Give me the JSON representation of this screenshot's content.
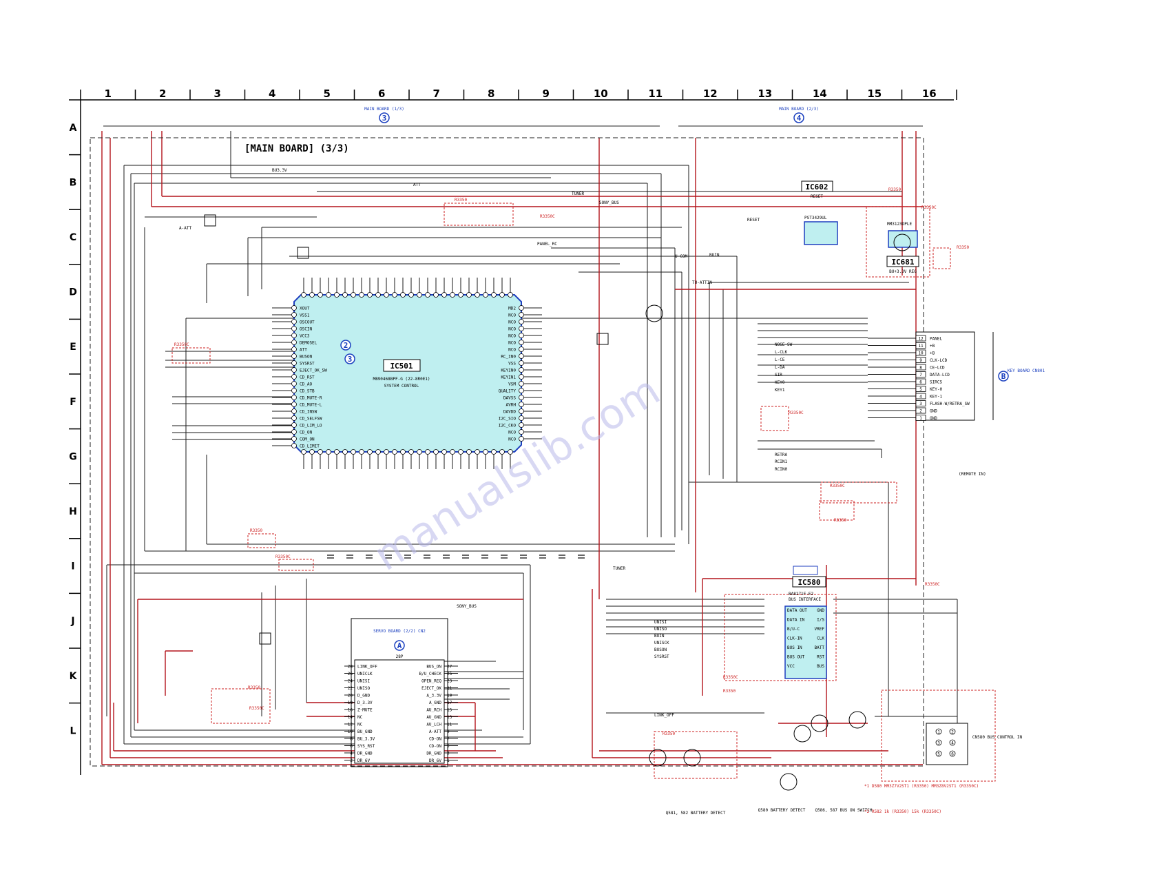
{
  "grid": {
    "columns": [
      "1",
      "2",
      "3",
      "4",
      "5",
      "6",
      "7",
      "8",
      "9",
      "10",
      "11",
      "12",
      "13",
      "14",
      "15",
      "16"
    ],
    "rows": [
      "A",
      "B",
      "C",
      "D",
      "E",
      "F",
      "G",
      "H",
      "I",
      "J",
      "K",
      "L"
    ]
  },
  "title": "[MAIN BOARD] (3/3)",
  "connectors": {
    "main3_label": "MAIN BOARD (1/3)",
    "main3_num": "3",
    "main4_label": "MAIN BOARD (2/3)",
    "main4_num": "4",
    "key_board_letter": "B",
    "key_board_label": "KEY BOARD CN801",
    "servo_label": "SERVO BOARD (2/2) CN2",
    "servo_letter": "A",
    "cn580_label": "CN580 BUS CONTROL IN",
    "remote_label": "(REMOTE IN)"
  },
  "ic501": {
    "ref": "IC501",
    "part": "MB90468BPF-G (22-8R0E1)",
    "desc": "SYSTEM CONTROL",
    "left_pins": [
      "XOUT",
      "VSS1",
      "OSCOUT",
      "OSCIN",
      "VCC3",
      "DEMOSEL",
      "ATT",
      "BUSON",
      "SYSRST",
      "EJECT_OK_SW",
      "CD_RST",
      "CD_AO",
      "CD_STB",
      "CD_MUTE-R",
      "CD_MUTE-L",
      "CD_INSW",
      "CD_SELFSW",
      "CD_LIM_LO",
      "CD_ON",
      "COM_ON",
      "CD_LIMIT"
    ],
    "right_pins": [
      "MD2",
      "NCO",
      "NCO",
      "NCO",
      "NCO",
      "NCO",
      "NCO",
      "RC_IN0",
      "VSS",
      "KEYIN0",
      "KEYIN1",
      "VSM",
      "QUALITY",
      "DAVSS",
      "AVRH",
      "DAVDD",
      "I2C_SIO",
      "I2C_CKO",
      "NCO",
      "NCO"
    ],
    "bus_signals": [
      "BU3.3V",
      "ATT",
      "TUNER",
      "SONY_BUS",
      "PANEL_RC",
      "U-COM",
      "BUIN",
      "TU-ATTIN",
      "A-ATT",
      "RESET",
      "TUNER",
      "SONY_BUS"
    ]
  },
  "ic602": {
    "ref": "IC602",
    "desc": "RESET",
    "part": "PST3429UL"
  },
  "ic681": {
    "ref": "IC681",
    "part": "MM3123OPLE",
    "desc": "BU+3.3V REG"
  },
  "ic580": {
    "ref": "IC580",
    "part": "BA8271F-E2",
    "desc": "BUS INTERFACE",
    "pins": [
      "DATA OUT",
      "DATA IN",
      "B/U-C",
      "CLK-IN",
      "BUS IN",
      "BUS OUT",
      "VCC",
      "GND",
      "I/S",
      "VREF",
      "CLK",
      "BATT",
      "RST",
      "BUS"
    ]
  },
  "key_board_pins": [
    {
      "n": "12",
      "s": "PANEL"
    },
    {
      "n": "11",
      "s": "+B"
    },
    {
      "n": "10",
      "s": "+B"
    },
    {
      "n": "9",
      "s": "CLK-LCD"
    },
    {
      "n": "8",
      "s": "CE-LCD"
    },
    {
      "n": "7",
      "s": "DATA-LCD"
    },
    {
      "n": "6",
      "s": "SIRCS"
    },
    {
      "n": "5",
      "s": "KEY-0"
    },
    {
      "n": "4",
      "s": "KEY-1"
    },
    {
      "n": "3",
      "s": "FLASH-W/RETRA_SW"
    },
    {
      "n": "2",
      "s": "GND"
    },
    {
      "n": "1",
      "s": "GND"
    }
  ],
  "servo_pins": [
    {
      "l": "28",
      "ls": "LINK_OFF",
      "rs": "BUS_ON",
      "r": "27"
    },
    {
      "l": "26",
      "ls": "UNICLK",
      "rs": "B/U_CHECK",
      "r": "25"
    },
    {
      "l": "24",
      "ls": "UNISI",
      "rs": "OPEN_REQ",
      "r": "23"
    },
    {
      "l": "22",
      "ls": "UNISO",
      "rs": "EJECT_OK",
      "r": "21"
    },
    {
      "l": "20",
      "ls": "D_GND",
      "rs": "A_3.3V",
      "r": "19"
    },
    {
      "l": "18",
      "ls": "D_3.3V",
      "rs": "A_GND",
      "r": "17"
    },
    {
      "l": "16",
      "ls": "Z-MUTE",
      "rs": "AU_RCH",
      "r": "15"
    },
    {
      "l": "14",
      "ls": "NC",
      "rs": "AU_GND",
      "r": "13"
    },
    {
      "l": "12",
      "ls": "NC",
      "rs": "AU_LCH",
      "r": "11"
    },
    {
      "l": "10",
      "ls": "BU_GND",
      "rs": "A-ATT",
      "r": "9"
    },
    {
      "l": "8",
      "ls": "BU_3.3V",
      "rs": "CD-ON",
      "r": "7"
    },
    {
      "l": "6",
      "ls": "SYS_RST",
      "rs": "CD-ON",
      "r": "5"
    },
    {
      "l": "4",
      "ls": "DR_GND",
      "rs": "DR_GND",
      "r": "3"
    },
    {
      "l": "2",
      "ls": "DR_6V",
      "rs": "DR_6V",
      "r": "1"
    }
  ],
  "servo_count": "28P",
  "cn580_pins": [
    "1",
    "2",
    "3",
    "4",
    "5",
    "6"
  ],
  "bus_left_signals": [
    "UNISI",
    "UNISO",
    "BUIN",
    "UNISCK",
    "BUSON",
    "SYSRST",
    "LINK_OFF"
  ],
  "key_side_signals": [
    "NOSE-SW",
    "L-CLK",
    "L-CE",
    "L-DA",
    "SIR",
    "KEY0",
    "KEY1",
    "RETRA",
    "RCIN1",
    "RCIN0"
  ],
  "footer": {
    "q581": "Q581, 582 BATTERY DETECT",
    "q580": "Q580 BATTERY DETECT",
    "q586": "Q586, 587 BUS ON SWITCH",
    "note1": "*1 D580  MM3Z7V2ST1 (R3350)  MM3Z8V2ST1 (R3350C)",
    "note2": "*2 R582  1k (R3350)  15k (R3350C)"
  },
  "variant_labels": [
    "R3350",
    "R3350C"
  ],
  "watermark": "manualslib.com",
  "colors": {
    "wire": "#1a1a1a",
    "power": "#b3141b",
    "ic_fill": "#bfeff0",
    "ic_stroke": "#1f3fbf",
    "variant": "#cc2020"
  }
}
